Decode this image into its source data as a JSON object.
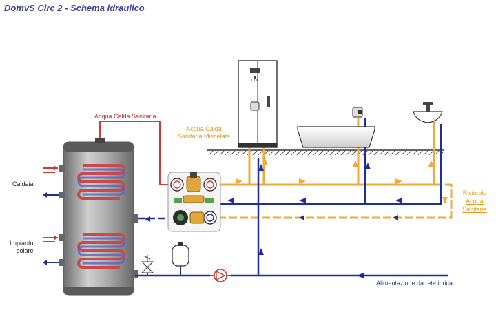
{
  "title": "DomvS Circ 2 - Schema idraulico",
  "labels": {
    "caldaia": "Caldaia",
    "impianto_line1": "Impianto",
    "impianto_line2": "solare",
    "acs": "Acqua Calda Sanitaria",
    "acsm_line1": "Acqua Calda",
    "acsm_line2": "Sanitaria Miscelata",
    "ricircolo_line1": "Ricircolo",
    "ricircolo_line2": "Acqua",
    "ricircolo_line3": "Sanitaria",
    "alimentazione": "Alimentazione da rete idrica"
  },
  "colors": {
    "hot": "#d23a3a",
    "mixed": "#f2a93b",
    "cold": "#1f2f9a",
    "tank": "#8e8e8e",
    "label_orange": "#e8961b",
    "title": "#3a3f9a"
  },
  "icons": [
    "shower-icon",
    "bathtub-icon",
    "washbasin-icon",
    "mixing-valve-icon",
    "pump-icon",
    "expansion-vessel-icon",
    "safety-valve-icon",
    "check-valve-icon"
  ]
}
